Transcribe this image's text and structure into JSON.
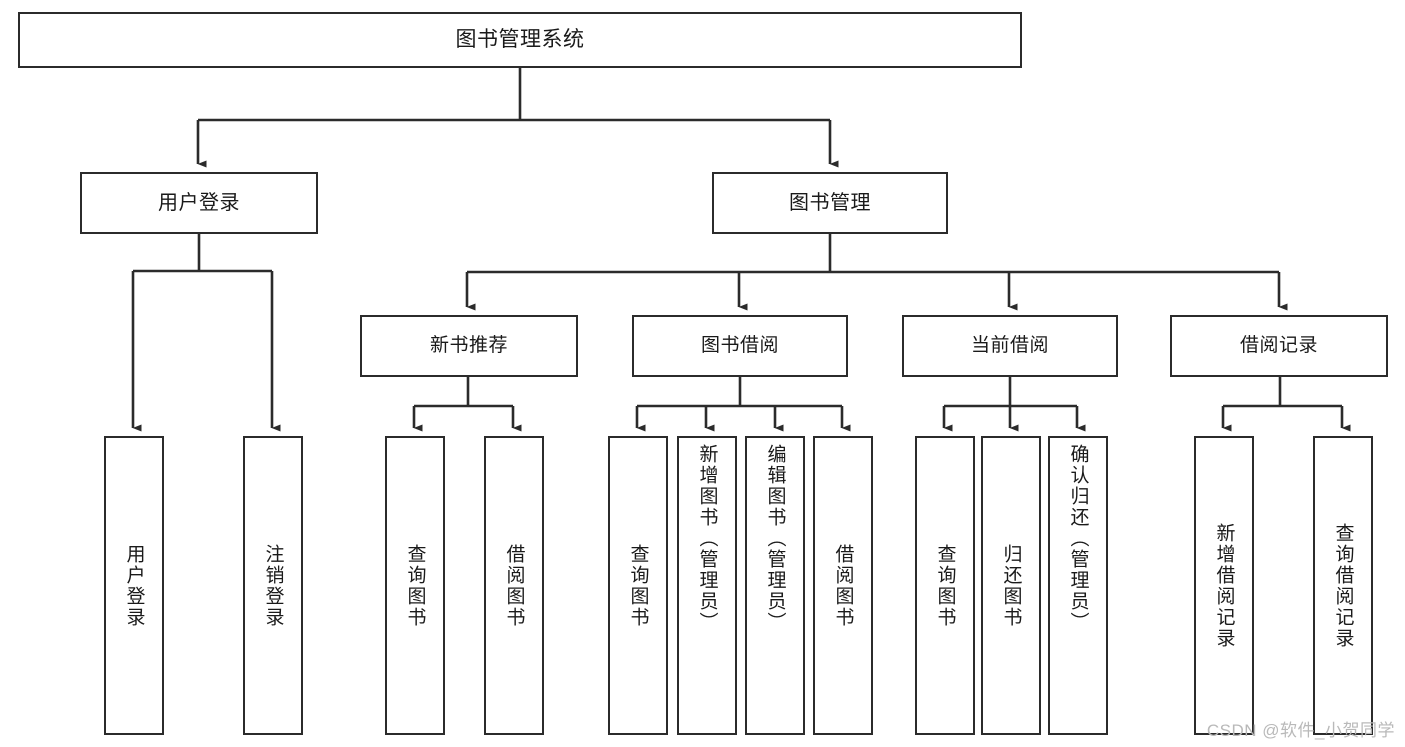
{
  "diagram": {
    "type": "tree-hierarchy",
    "title": "图书管理系统",
    "watermark": "CSDN @软件_小贺同学",
    "colors": {
      "box_border": "#2b2b2b",
      "box_fill": "#ffffff",
      "connector": "#2b2b2b",
      "text": "#1a1a1a",
      "watermark": "#b9b9b9"
    },
    "root": {
      "id": "root",
      "label": "图书管理系统"
    },
    "level1": [
      {
        "id": "user-login",
        "label": "用户登录"
      },
      {
        "id": "book-manage",
        "label": "图书管理"
      }
    ],
    "level2": [
      {
        "id": "new-book-rec",
        "label": "新书推荐",
        "parent": "book-manage"
      },
      {
        "id": "book-borrow",
        "label": "图书借阅",
        "parent": "book-manage"
      },
      {
        "id": "current-borrow",
        "label": "当前借阅",
        "parent": "book-manage"
      },
      {
        "id": "borrow-record",
        "label": "借阅记录",
        "parent": "book-manage"
      }
    ],
    "leaves": [
      {
        "id": "leaf-user-login",
        "label": "用户登录",
        "parent": "user-login"
      },
      {
        "id": "leaf-logout-login",
        "label": "注销登录",
        "parent": "user-login"
      },
      {
        "id": "leaf-query-book-1",
        "label": "查询图书",
        "parent": "new-book-rec"
      },
      {
        "id": "leaf-borrow-book-1",
        "label": "借阅图书",
        "parent": "new-book-rec"
      },
      {
        "id": "leaf-query-book-2",
        "label": "查询图书",
        "parent": "book-borrow"
      },
      {
        "id": "leaf-add-book",
        "label": "新增图书（管理员）",
        "parent": "book-borrow"
      },
      {
        "id": "leaf-edit-book",
        "label": "编辑图书（管理员）",
        "parent": "book-borrow"
      },
      {
        "id": "leaf-borrow-book-2",
        "label": "借阅图书",
        "parent": "book-borrow"
      },
      {
        "id": "leaf-query-book-3",
        "label": "查询图书",
        "parent": "current-borrow"
      },
      {
        "id": "leaf-return-book",
        "label": "归还图书",
        "parent": "current-borrow"
      },
      {
        "id": "leaf-confirm-return",
        "label": "确认归还（管理员）",
        "parent": "current-borrow"
      },
      {
        "id": "leaf-add-record",
        "label": "新增借阅记录",
        "parent": "borrow-record"
      },
      {
        "id": "leaf-query-record",
        "label": "查询借阅记录",
        "parent": "borrow-record"
      }
    ]
  }
}
